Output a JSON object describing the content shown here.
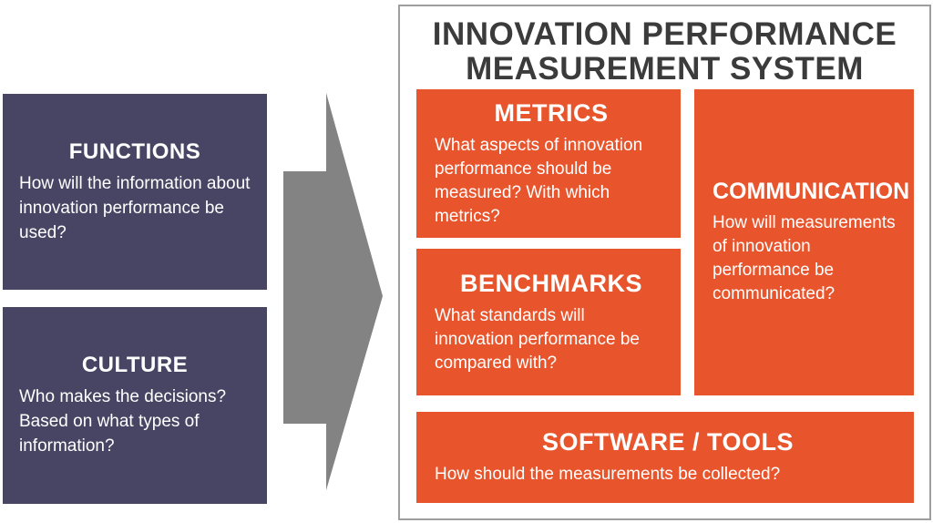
{
  "colors": {
    "dark_box": "#474563",
    "orange_box": "#E8552C",
    "arrow": "#838383",
    "title_text": "#3B3B3B",
    "panel_border": "#9E9E9E",
    "box_text": "#FFFFFF"
  },
  "left_boxes": [
    {
      "title": "FUNCTIONS",
      "body": "How will the information about innovation performance be used?"
    },
    {
      "title": "CULTURE",
      "body": "Who makes the decisions? Based on what types of information?"
    }
  ],
  "icons": {
    "flow_arrow": "right-arrow"
  },
  "panel": {
    "title_line1": "INNOVATION PERFORMANCE",
    "title_line2": "MEASUREMENT SYSTEM",
    "boxes": [
      {
        "title": "METRICS",
        "body": "What aspects of innovation performance should be measured? With which metrics?"
      },
      {
        "title": "BENCHMARKS",
        "body": "What standards will innovation performance be compared with?"
      },
      {
        "title": "COMMUNICATION",
        "body": "How will measurements of innovation performance be communicated?"
      },
      {
        "title": "SOFTWARE / TOOLS",
        "body": "How should the measurements be collected?"
      }
    ]
  }
}
